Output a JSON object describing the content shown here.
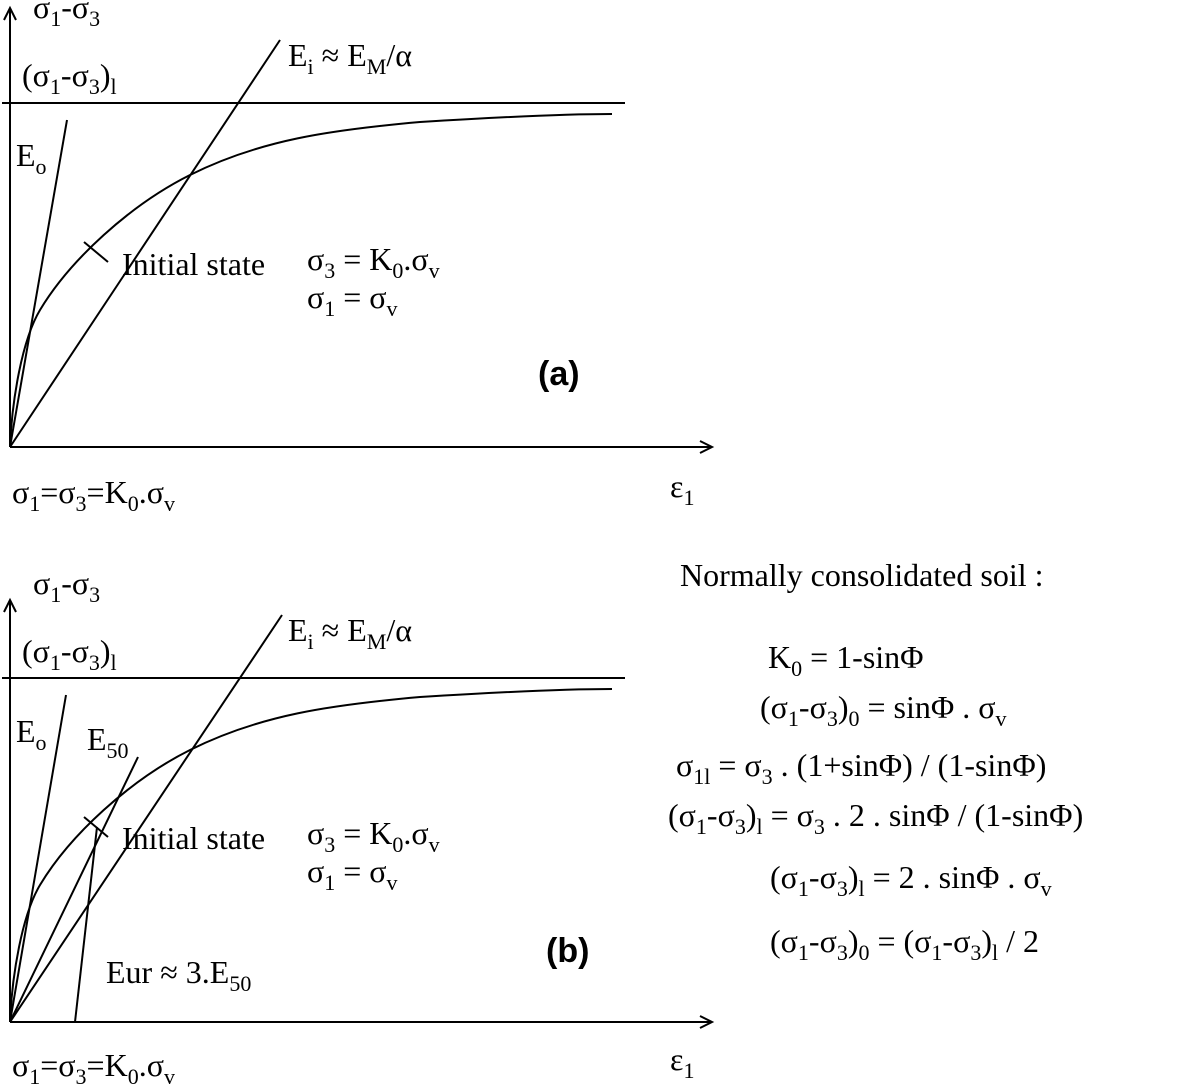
{
  "panel_a": {
    "y_axis_label": {
      "base": "σ",
      "s1": "1",
      "mid": "-σ",
      "s2": "3"
    },
    "limit_label": {
      "pre": "(σ",
      "s1": "1",
      "mid": "-σ",
      "s2": "3",
      "post": ")",
      "s3": "l"
    },
    "e0_label": {
      "base": "E",
      "sub": "o"
    },
    "ei_label": {
      "a": "E",
      "asub": "i",
      "b": " ≈ E",
      "bsub": "M",
      "c": "/α"
    },
    "initial_state": "Initial state",
    "sigma3_eq": {
      "a": "σ",
      "asub": "3",
      "b": " = K",
      "bsub": "0",
      "c": ".σ",
      "csub": "v"
    },
    "sigma1_eq": {
      "a": "σ",
      "asub": "1",
      "b": " = σ",
      "bsub": "v"
    },
    "panel_tag": "(a)",
    "origin_label": {
      "a": "σ",
      "asub": "1",
      "b": "=σ",
      "bsub": "3",
      "c": "=K",
      "csub": "0",
      "d": ".σ",
      "dsub": "v"
    },
    "x_axis_label": {
      "base": "ε",
      "sub": "1"
    }
  },
  "panel_b": {
    "y_axis_label": {
      "base": "σ",
      "s1": "1",
      "mid": "-σ",
      "s2": "3"
    },
    "limit_label": {
      "pre": "(σ",
      "s1": "1",
      "mid": "-σ",
      "s2": "3",
      "post": ")",
      "s3": "l"
    },
    "e0_label": {
      "base": "E",
      "sub": "o"
    },
    "e50_label": {
      "base": "E",
      "sub": "50"
    },
    "ei_label": {
      "a": "E",
      "asub": "i",
      "b": " ≈ E",
      "bsub": "M",
      "c": "/α"
    },
    "initial_state": "Initial state",
    "sigma3_eq": {
      "a": "σ",
      "asub": "3",
      "b": " = K",
      "bsub": "0",
      "c": ".σ",
      "csub": "v"
    },
    "sigma1_eq": {
      "a": "σ",
      "asub": "1",
      "b": " = σ",
      "bsub": "v"
    },
    "eur_label": {
      "base": "Eur ≈ 3.E",
      "sub": "50"
    },
    "panel_tag": "(b)",
    "origin_label": {
      "a": "σ",
      "asub": "1",
      "b": "=σ",
      "bsub": "3",
      "c": "=K",
      "csub": "0",
      "d": ".σ",
      "dsub": "v"
    },
    "x_axis_label": {
      "base": "ε",
      "sub": "1"
    }
  },
  "formulas": {
    "heading": "Normally consolidated soil :",
    "f1": {
      "a": "K",
      "asub": "0",
      "b": " = 1-sinΦ"
    },
    "f2": {
      "a": "(σ",
      "asub": "1",
      "b": "-σ",
      "bsub": "3",
      "c": ")",
      "csub": "0",
      "d": " = sinΦ . σ",
      "dsub": "v"
    },
    "f3": {
      "a": "σ",
      "asub": "1l",
      "b": " = σ",
      "bsub": "3",
      "c": " . (1+sinΦ) / (1-sinΦ)"
    },
    "f4": {
      "a": "(σ",
      "asub": "1",
      "b": "-σ",
      "bsub": "3",
      "c": ")",
      "csub": "l",
      "d": " = σ",
      "dsub": "3",
      "e": " . 2 . sinΦ / (1-sinΦ)"
    },
    "f5": {
      "a": "(σ",
      "asub": "1",
      "b": "-σ",
      "bsub": "3",
      "c": ")",
      "csub": "l",
      "d": " = 2 . sinΦ . σ",
      "dsub": "v"
    },
    "f6": {
      "a": "(σ",
      "asub": "1",
      "b": "-σ",
      "bsub": "3",
      "c": ")",
      "csub": "0",
      "d": " = (σ",
      "dsub": "1",
      "e": "-σ",
      "esub": "3",
      "f": ")",
      "fsub": "l",
      "g": " / 2"
    }
  }
}
